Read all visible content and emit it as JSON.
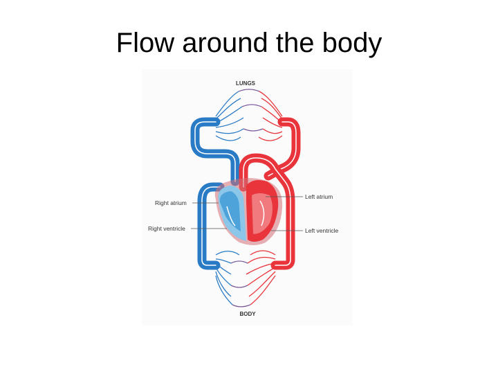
{
  "slide": {
    "title": "Flow around the body"
  },
  "diagram": {
    "labels": {
      "lungs": "LUNGS",
      "body": "BODY",
      "right_atrium": "Right atrium",
      "right_ventricle": "Right ventricle",
      "left_atrium": "Left atrium",
      "left_ventricle": "Left ventricle"
    },
    "colors": {
      "oxygenated": "#e8343a",
      "deoxygenated": "#2a7bc6",
      "heart_outline": "#c7646c",
      "light_blue": "#8cc6e8"
    }
  }
}
